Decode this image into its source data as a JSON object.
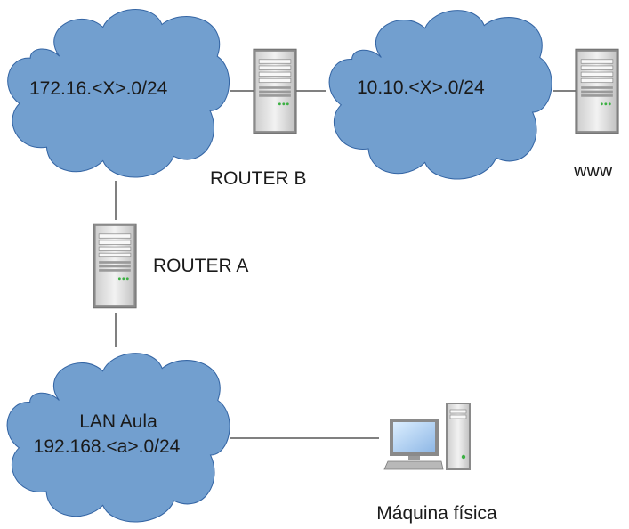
{
  "diagram": {
    "colors": {
      "cloud_fill": "#729fcf",
      "cloud_stroke": "#3465a4",
      "server_body": "#e4e4e4",
      "server_frame": "#7a7a7a",
      "link": "#000000",
      "text": "#1a1a1a"
    },
    "networks": {
      "net_172": {
        "label": "172.16.<X>.0/24"
      },
      "net_10": {
        "label": "10.10.<X>.0/24"
      },
      "lan_aula": {
        "label_line1": "LAN Aula",
        "label_line2": "192.168.<a>.0/24"
      }
    },
    "devices": {
      "router_a": {
        "label": "ROUTER A",
        "icon": "server-tower-icon"
      },
      "router_b": {
        "label": "ROUTER B",
        "icon": "server-tower-icon"
      },
      "www": {
        "label": "www",
        "icon": "server-tower-icon"
      },
      "maquina_fisica": {
        "label": "Máquina física",
        "icon": "desktop-computer-icon"
      }
    }
  }
}
